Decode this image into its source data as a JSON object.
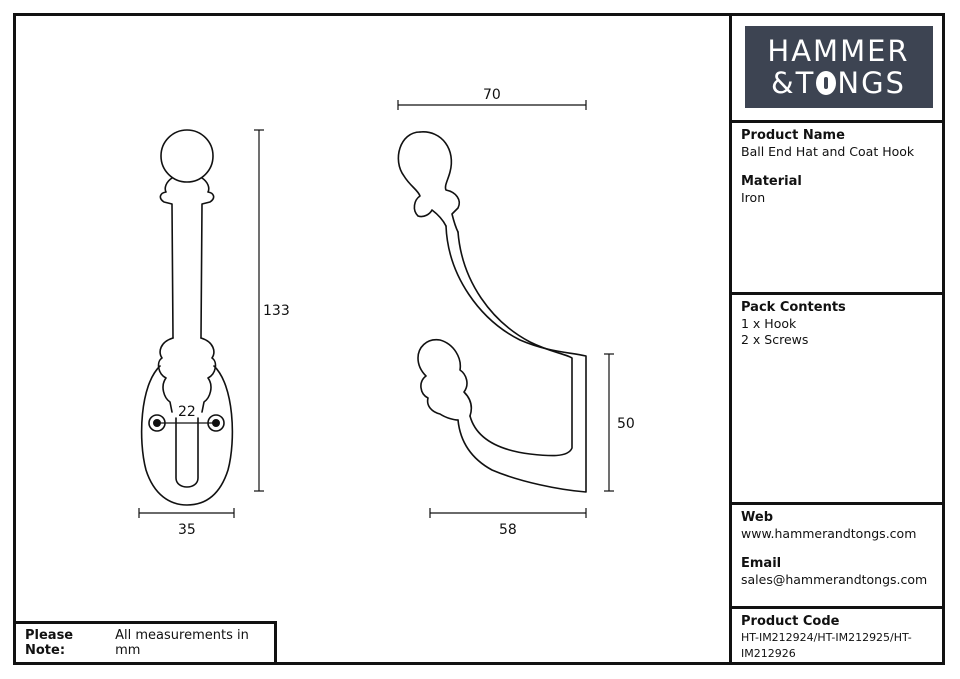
{
  "brand": {
    "line1": "HAMMER",
    "amp": "&",
    "line2_pre": "T",
    "line2_post": "NGS"
  },
  "dimensions": {
    "front_height": "133",
    "front_width": "35",
    "hole_spacing": "22",
    "side_width_top": "70",
    "side_width_bottom": "58",
    "side_hook_height": "50"
  },
  "product": {
    "name_label": "Product Name",
    "name_value": "Ball End Hat and Coat Hook",
    "material_label": "Material",
    "material_value": "Iron"
  },
  "pack": {
    "label": "Pack Contents",
    "items": [
      "1 x Hook",
      "2 x Screws"
    ]
  },
  "contact": {
    "web_label": "Web",
    "web_value": "www.hammerandtongs.com",
    "email_label": "Email",
    "email_value": "sales@hammerandtongs.com"
  },
  "code": {
    "label": "Product Code",
    "value": "HT-IM212924/HT-IM212925/HT-IM212926"
  },
  "note": {
    "label": "Please Note:",
    "text": "All measurements in mm"
  }
}
